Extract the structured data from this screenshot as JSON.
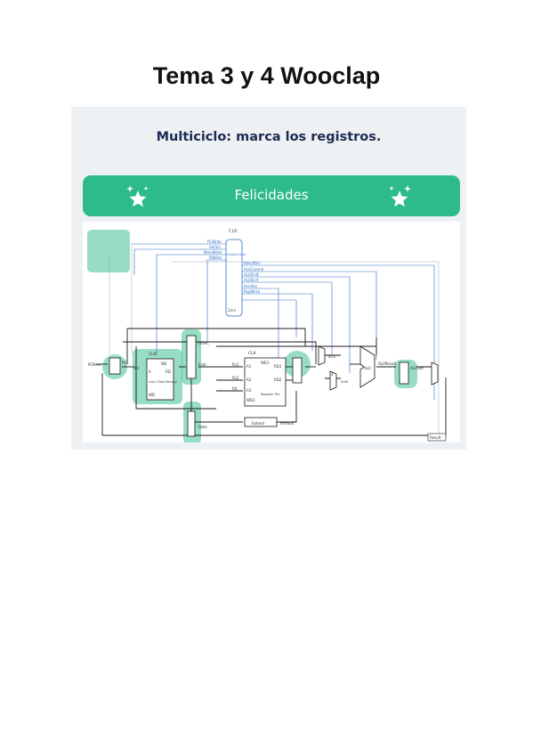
{
  "document": {
    "title": "Tema 3 y 4 Wooclap"
  },
  "question": {
    "text": "Multiciclo: marca los registros."
  },
  "banner": {
    "text": "Felicidades",
    "color": "#2dbb8a",
    "icon": "sparkle-star-icon"
  },
  "diagram": {
    "highlight_color": "#2dbb8a",
    "wire_color": "#1a1a1a",
    "control_wire_color": "#2b6cc4",
    "labels": {
      "clk_top": "CLK",
      "pcwrite": "PCWrite",
      "adrsrc": "AdrSrc",
      "memwrite": "MemWrite",
      "irwrite": "IRWrite",
      "control_unit": "Control Unit",
      "resultsrc": "ResultSrc",
      "alucontrol": "ALUControl",
      "alusrcb": "ALUSrcB",
      "alusrca": "ALUSrcA",
      "immsrc": "ImmSrc",
      "regwrite": "RegWrite",
      "zero": "Zero",
      "pcnext": "PCNext",
      "pc": "PC",
      "adr": "Adr",
      "clk_mem": "CLK",
      "we": "WE",
      "rd": "RD",
      "instr_data_memory": "Instr / Data Memory",
      "a": "A",
      "wd": "WD",
      "oldpc": "OldPC",
      "instr": "Instr",
      "data": "Data",
      "clk_rf": "CLK",
      "we3": "WE3",
      "a1": "A1",
      "a2": "A2",
      "a3": "A3",
      "wd3": "WD3",
      "rd1": "RD1",
      "rd2": "RD2",
      "register_file": "Register File",
      "extend": "Extend",
      "immext": "ImmExt",
      "alu": "ALU",
      "aluresult": "ALUResult",
      "aluout": "ALUOut",
      "result": "Result",
      "srca": "SrcA",
      "srcb": "SrcB",
      "rs1": "Rs1",
      "rs2": "Rs2",
      "rd_reg": "Rd",
      "four": "4"
    }
  }
}
